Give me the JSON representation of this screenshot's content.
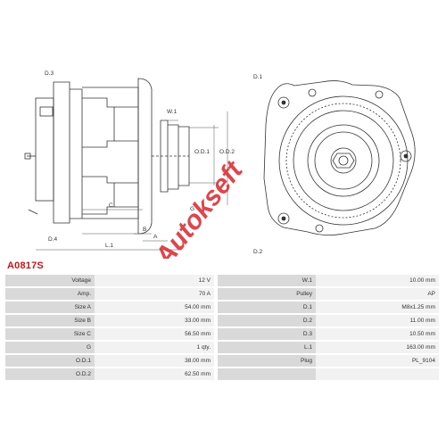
{
  "drawing": {
    "labels": {
      "d3": "D.3",
      "d4": "D.4",
      "w1": "W.1",
      "od1": "O.D.1",
      "od2": "O.D.2",
      "c": "C",
      "b": "B",
      "a": "A",
      "l1": "L.1",
      "g": "G",
      "d1": "D.1",
      "d2": "D.2"
    },
    "watermark": "Autokseft"
  },
  "part_code": "A0817S",
  "specs": {
    "rows": [
      {
        "k1": "Voltage",
        "v1": "12 V",
        "k2": "W.1",
        "v2": "10.00 mm"
      },
      {
        "k1": "Amp.",
        "v1": "70 A",
        "k2": "Pulley",
        "v2": "AP"
      },
      {
        "k1": "Size A",
        "v1": "54.00 mm",
        "k2": "D.1",
        "v2": "M8x1.25 mm"
      },
      {
        "k1": "Size B",
        "v1": "33.00 mm",
        "k2": "D.2",
        "v2": "11.00 mm"
      },
      {
        "k1": "Size C",
        "v1": "56.50 mm",
        "k2": "D.3",
        "v2": "10.50 mm"
      },
      {
        "k1": "G",
        "v1": "1 qty.",
        "k2": "L.1",
        "v2": "163.00 mm"
      },
      {
        "k1": "O.D.1",
        "v1": "38.00 mm",
        "k2": "Plug",
        "v2": "PL_9104"
      },
      {
        "k1": "O.D.2",
        "v1": "62.50 mm",
        "k2": "",
        "v2": ""
      }
    ]
  }
}
